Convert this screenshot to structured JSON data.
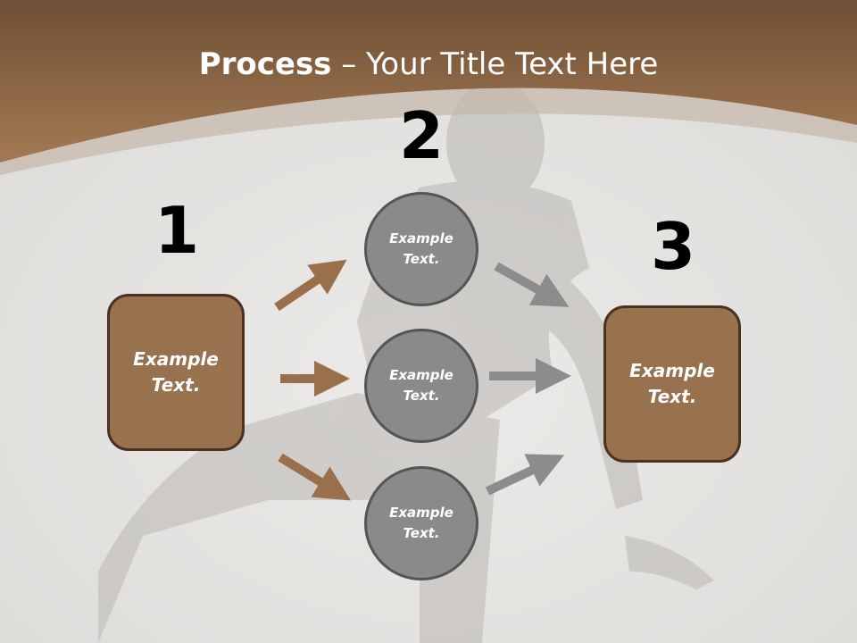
{
  "title": {
    "bold": "Process",
    "rest": " – Your Title Text Here"
  },
  "steps": [
    {
      "number": "1",
      "text_line1": "Example",
      "text_line2": "Text."
    },
    {
      "number": "2",
      "text_line1": "Example",
      "text_line2": "Text."
    },
    {
      "number": "3",
      "text_line1": "Example",
      "text_line2": "Text."
    }
  ],
  "circles": [
    {
      "text_line1": "Example",
      "text_line2": "Text."
    },
    {
      "text_line1": "Example",
      "text_line2": "Text."
    },
    {
      "text_line1": "Example",
      "text_line2": "Text."
    }
  ],
  "colors": {
    "brown": "#9a6f4c",
    "box_fill": "#98714e",
    "circle_fill": "#8a8a8a",
    "arrow_gray": "#8c8c8c",
    "arrow_brown": "#9a6f4c"
  }
}
